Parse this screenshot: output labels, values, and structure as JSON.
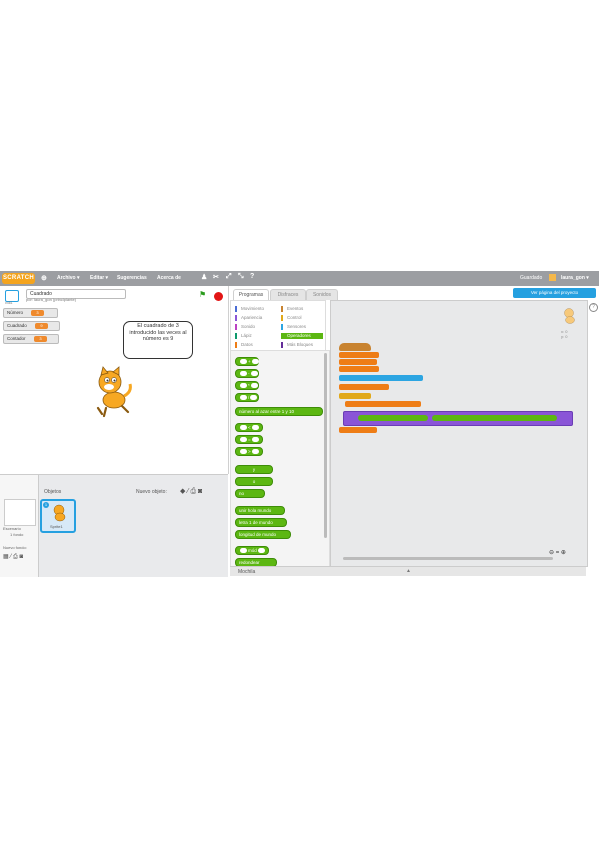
{
  "menu": {
    "logo": "SCRATCH",
    "items": [
      "Archivo ▾",
      "Editar ▾",
      "Sugerencias",
      "Acerca de"
    ],
    "user_status": "Guardado",
    "username": "laura_gon ▾"
  },
  "stage": {
    "project_title": "Cuadrado",
    "version_label": "v461",
    "coords": "x: 68   y: 168",
    "variables": [
      {
        "label": "Número",
        "value": "3"
      },
      {
        "label": "Cuadrado",
        "value": "9"
      },
      {
        "label": "Contador",
        "value": "3"
      }
    ],
    "speech": "El cuadrado de 3 introducido las veces al número es 9"
  },
  "sprites": {
    "header": "Objetos",
    "new_sprite_label": "Nuevo objeto:",
    "stage_label": "Escenario",
    "stage_sub": "1 fondo",
    "new_background": "Nuevo fondo:",
    "sprite_name": "Sprite1",
    "sprite_num": "1"
  },
  "tabs": [
    "Programas",
    "Disfraces",
    "Sonidos"
  ],
  "project_page_button": "Ver página del proyecto",
  "categories": [
    {
      "label": "Movimiento",
      "color": "#4a6cd4"
    },
    {
      "label": "Apariencia",
      "color": "#8a55d7"
    },
    {
      "label": "Sonido",
      "color": "#bb42c3"
    },
    {
      "label": "Lápiz",
      "color": "#0e9a6c"
    },
    {
      "label": "Datos",
      "color": "#ee7d16"
    },
    {
      "label": "Eventos",
      "color": "#c88330"
    },
    {
      "label": "Control",
      "color": "#e1a91a"
    },
    {
      "label": "Sensores",
      "color": "#2ca5e2"
    },
    {
      "label": "Operadores",
      "color": "#5cb712"
    },
    {
      "label": "Más Bloques",
      "color": "#632d99"
    }
  ],
  "palette": {
    "ops": [
      "+",
      "-",
      "*",
      "/"
    ],
    "random": "número al azar entre 1 y 10",
    "compare": [
      "<",
      "=",
      ">"
    ],
    "logic": [
      "y",
      "o",
      "no"
    ],
    "join": "unir hola mundo",
    "letter": "letra 1 de mundo",
    "length": "longitud de mundo",
    "mod": "mód",
    "round": "redondear"
  },
  "sprite_info": {
    "coords": "x: 0\ny: 0"
  },
  "footer": {
    "label": "Mochila"
  },
  "colors": {
    "menubar": "#9c9ea2",
    "accent": "#25a0e0",
    "var_orange": "#ef8a2d",
    "operators": "#5cb712"
  }
}
